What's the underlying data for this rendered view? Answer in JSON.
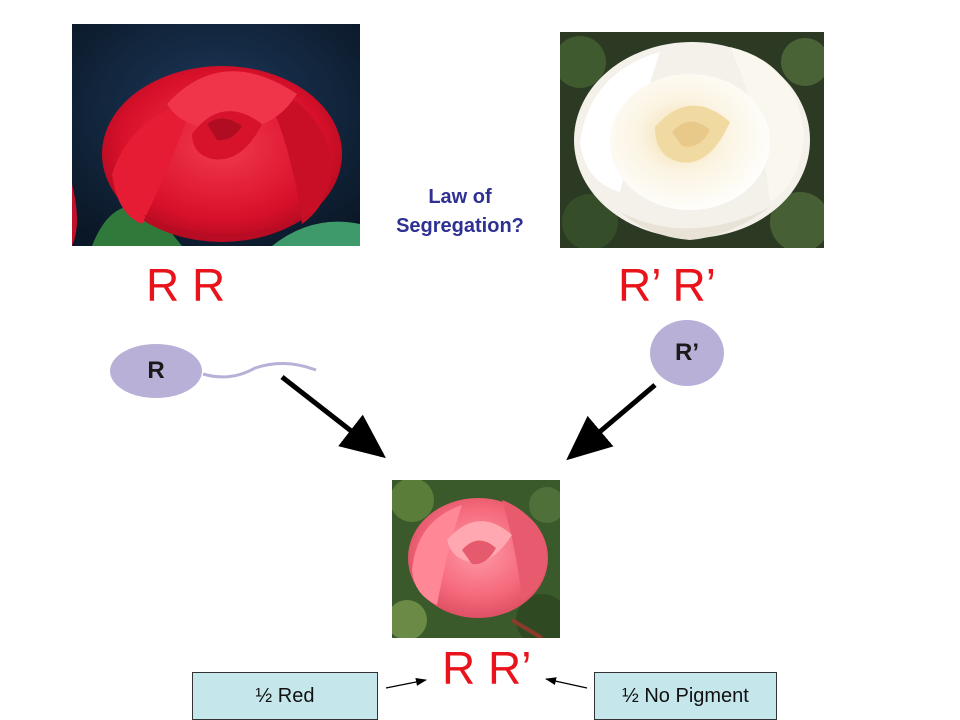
{
  "diagram": {
    "question_line1": "Law of",
    "question_line2": "Segregation?",
    "parent_red_genotype": "R R",
    "parent_white_genotype": "R’ R’",
    "gamete_red_label": "R",
    "gamete_white_label": "R’",
    "offspring_genotype": "R R’",
    "label_red": "½ Red",
    "label_no_pigment": "½ No Pigment"
  },
  "colors": {
    "genotype_text": "#e8131b",
    "question_text": "#2e3192",
    "gamete_fill": "#b9b0d8",
    "label_box_fill": "#c5e6ea"
  }
}
